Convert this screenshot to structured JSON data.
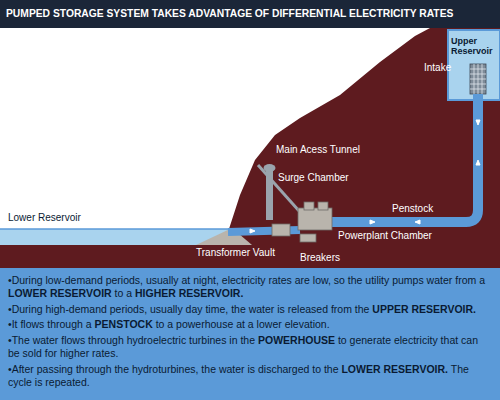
{
  "diagram": {
    "title": "PUMPED STORAGE SYSTEM TAKES ADVANTAGE OF DIFFERENTIAL ELECTRICITY RATES",
    "nodes": [
      {
        "text": [
          "•During low-demand periods, usually at night, electricity rates are low, so the utility pumps water from a LOWER RESERVOIR to a HIGHER RESERVOIR.",
          "•During high-demand periods, usually day time, the water is released from the UPPER RESERVOIR.",
          "•It flows through a PENSTOCK to a powerhouse at a lower elevation.",
          "•The water flows through hydroelectric turbines in the POWERHOUSE to generate electricity that can be sold for higher rates.",
          "•After passing through the hydroturbines, the water is discharged to the LOWER RESERVOIR. The cycle is repeated."
        ]
      }
    ],
    "labels": [
      "Intake",
      "Upper Reservoir",
      "Main Acess Tunnel",
      "Surge Chamber",
      "Penstock",
      "Lower Reservoir",
      "Powerplant Chamber",
      "Transformer Vault",
      "Breakers"
    ]
  }
}
